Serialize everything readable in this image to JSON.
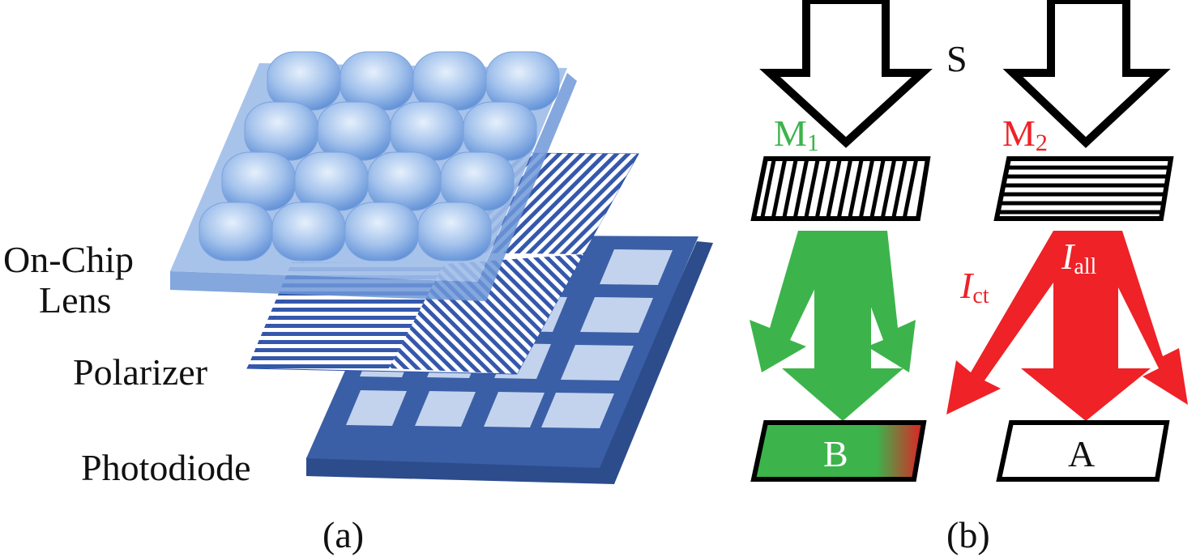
{
  "panel_a": {
    "labels": {
      "lens_line1": "On-Chip",
      "lens_line2": "Lens",
      "polarizer": "Polarizer",
      "photodiode": "Photodiode"
    },
    "caption": "(a)",
    "colors": {
      "lens": "#8fb4e6",
      "polarizer": "#2a4fa8",
      "photodiode": "#3a5fa6",
      "photodiode_cell": "#c3d3ee"
    }
  },
  "panel_b": {
    "source_label": "S",
    "left": {
      "filter_label": "M",
      "filter_sub": "1",
      "pixel_label": "B",
      "color": "#3cb44b"
    },
    "right": {
      "filter_label": "M",
      "filter_sub": "2",
      "pixel_label": "A",
      "ct_label": "I",
      "ct_sub": "ct",
      "all_label": "I",
      "all_sub": "all",
      "color": "#ee2227"
    },
    "caption": "(b)"
  }
}
